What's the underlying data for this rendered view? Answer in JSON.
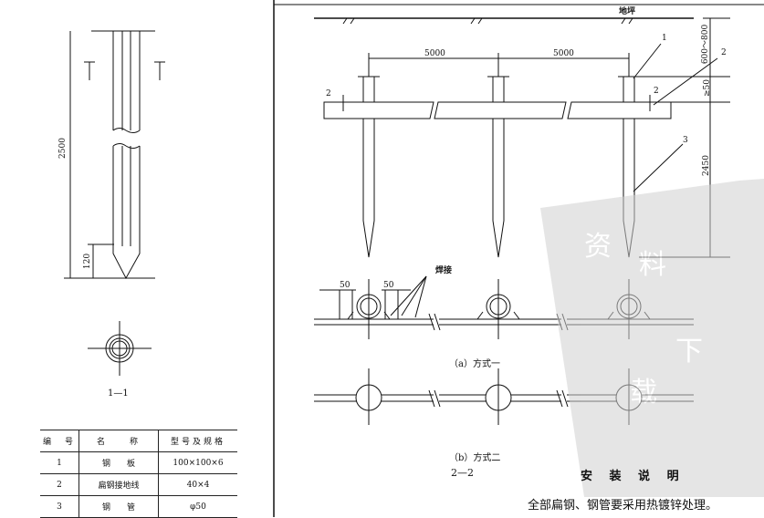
{
  "left_view": {
    "dim_total": "2500",
    "dim_tip": "120",
    "section_label": "1—1"
  },
  "elevation": {
    "ground_label": "地坪",
    "spacing": [
      "5000",
      "5000"
    ],
    "depth_range": "600～800",
    "overlap": "≥50",
    "embed_depth": "2450",
    "callouts": [
      "1",
      "2",
      "3"
    ],
    "section_mark": "2"
  },
  "weld_detail": {
    "dims": [
      "50",
      "50"
    ],
    "weld_label": "焊接",
    "caption_a": "（a）方式一",
    "caption_b": "（b）方式二",
    "section_label": "2—2"
  },
  "parts_table": {
    "headers": [
      "编　号",
      "名　　称",
      "型号及规格"
    ],
    "rows": [
      [
        "1",
        "钢　　板",
        "100×100×6"
      ],
      [
        "2",
        "扁钢接地线",
        "40×4"
      ],
      [
        "3",
        "钢　　管",
        "φ50"
      ]
    ]
  },
  "notes": {
    "title": "安 装 说 明",
    "text": "全部扁钢、钢管要采用热镀锌处理。"
  },
  "watermark_color": "#d0d0d0"
}
